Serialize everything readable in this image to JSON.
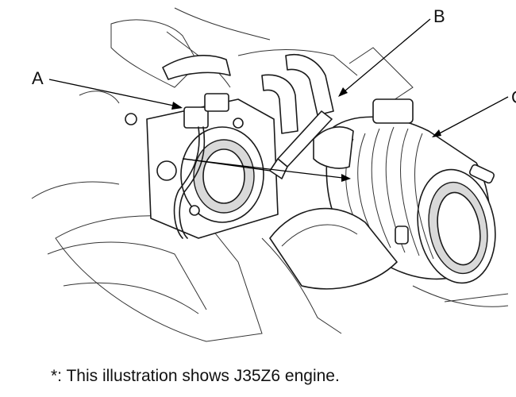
{
  "callouts": {
    "a": "A",
    "b": "B",
    "c": "C"
  },
  "caption": "*: This illustration shows J35Z6 engine."
}
